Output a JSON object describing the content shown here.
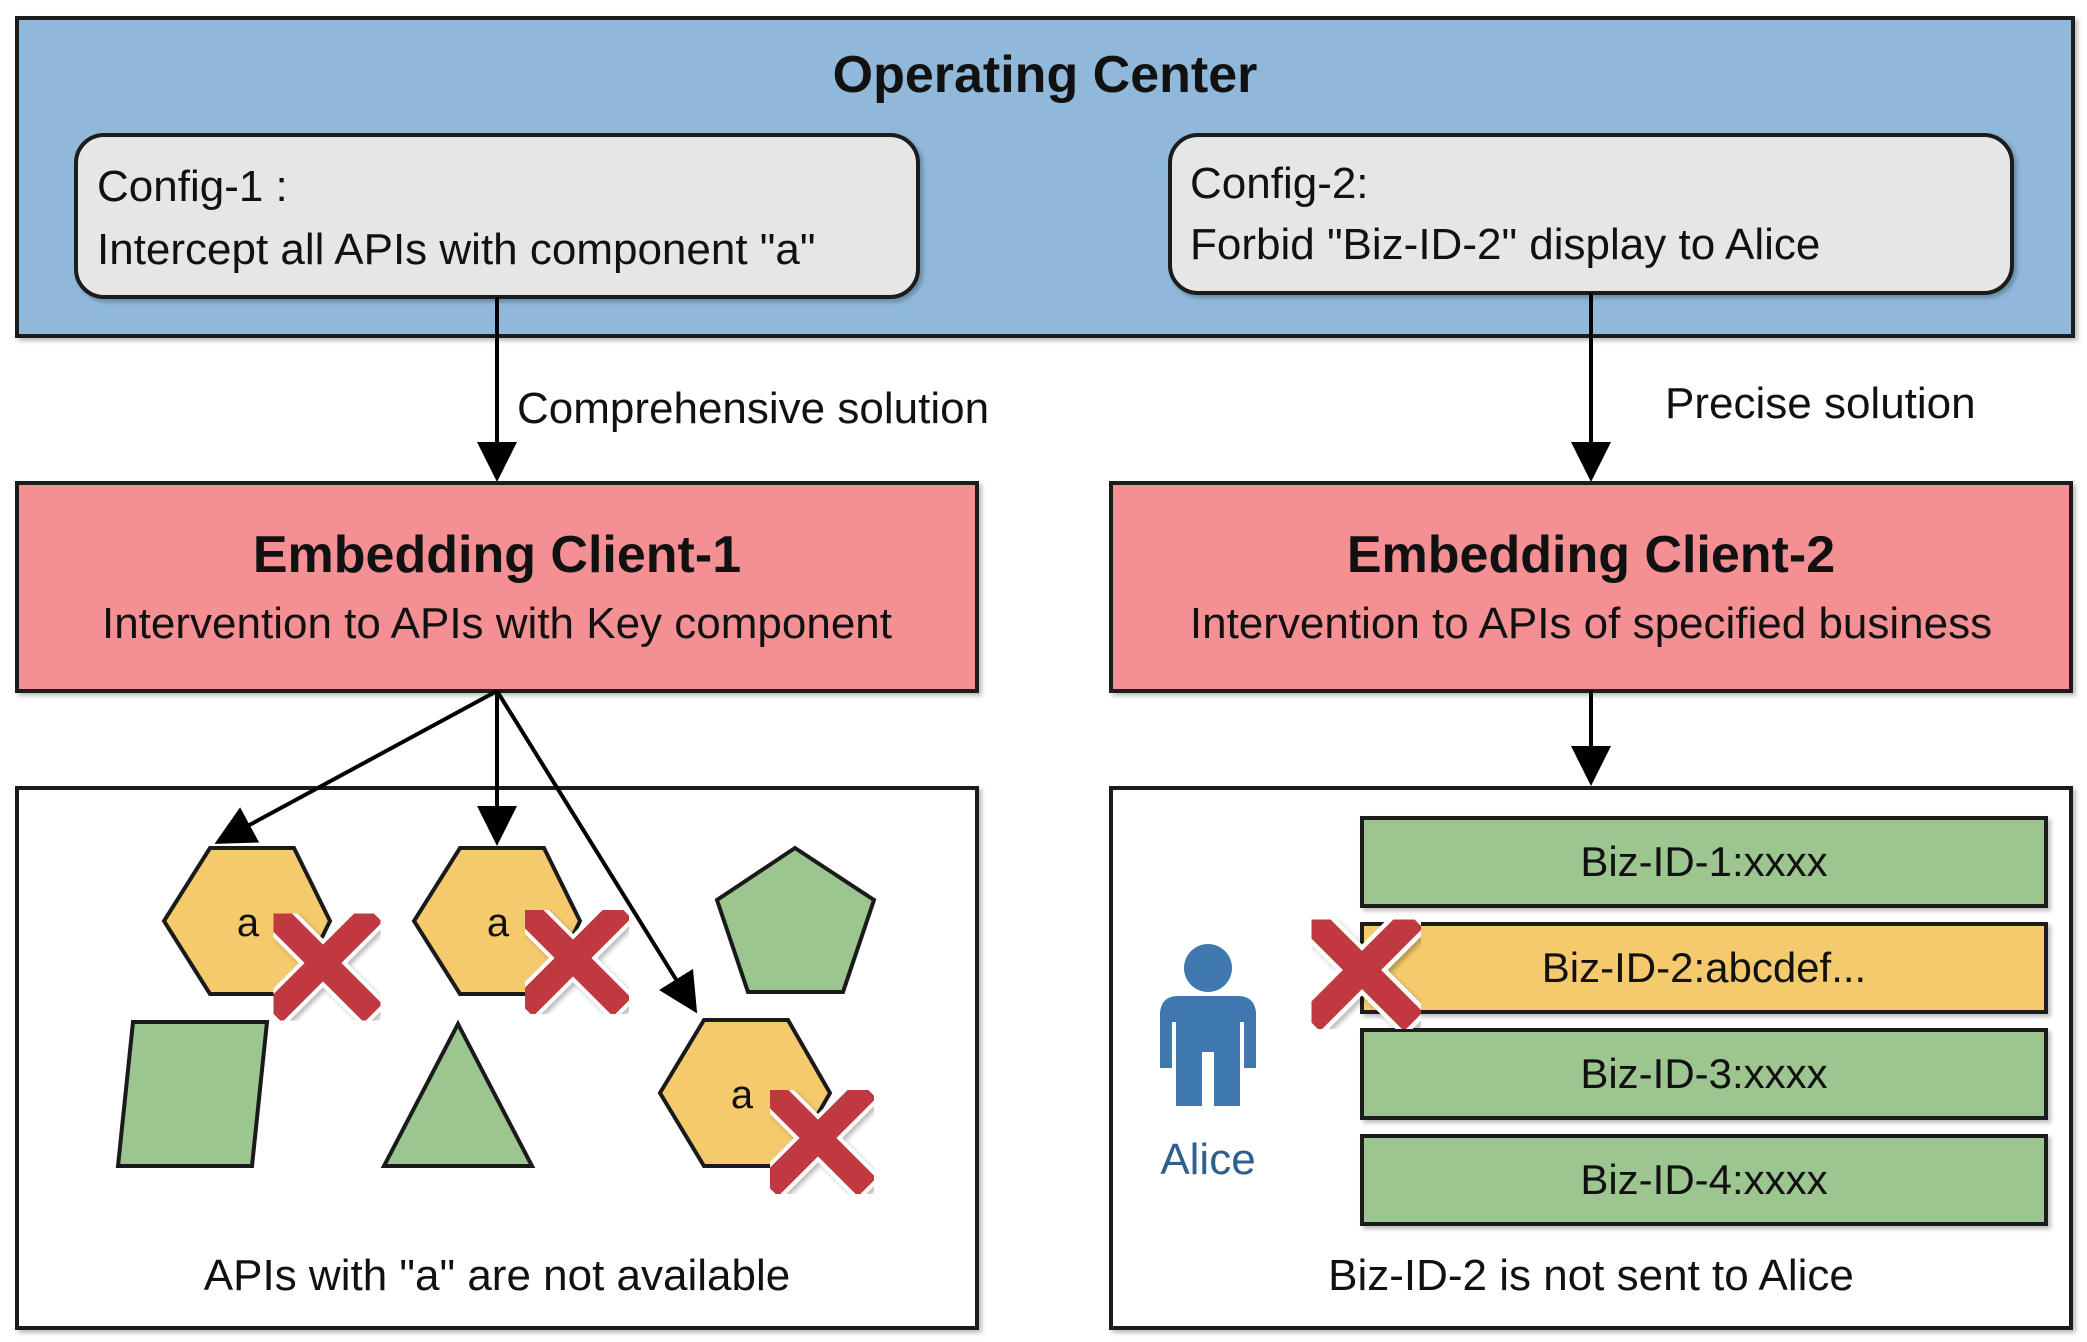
{
  "operating_center": {
    "title": "Operating Center",
    "config1": {
      "line1": "Config-1 :",
      "line2": "Intercept all APIs with component \"a\""
    },
    "config2": {
      "line1": "Config-2:",
      "line2": "Forbid \"Biz-ID-2\" display to Alice"
    }
  },
  "arrows": {
    "left_label": "Comprehensive  solution",
    "right_label": "Precise solution"
  },
  "client1": {
    "title": "Embedding Client-1",
    "subtitle": "Intervention to APIs with Key component"
  },
  "client2": {
    "title": "Embedding Client-2",
    "subtitle": "Intervention to APIs of specified business"
  },
  "left_panel": {
    "component_label": "a",
    "caption": "APIs with \"a\" are not available"
  },
  "right_panel": {
    "user_name": "Alice",
    "biz_items": [
      "Biz-ID-1:xxxx",
      "Biz-ID-2:abcdef...",
      "Biz-ID-3:xxxx",
      "Biz-ID-4:xxxx"
    ],
    "caption": "Biz-ID-2 is not sent to Alice"
  },
  "colors": {
    "operating_center": "#8fb8da",
    "config_box": "#e6e6e6",
    "client_box": "#f49093",
    "component_yellow": "#f5ca6d",
    "shape_green": "#9dc58f",
    "cross_red": "#c0393f",
    "alice_blue": "#3f78ae"
  },
  "icons": {
    "cross": "red-cross-icon",
    "user": "person-icon"
  }
}
